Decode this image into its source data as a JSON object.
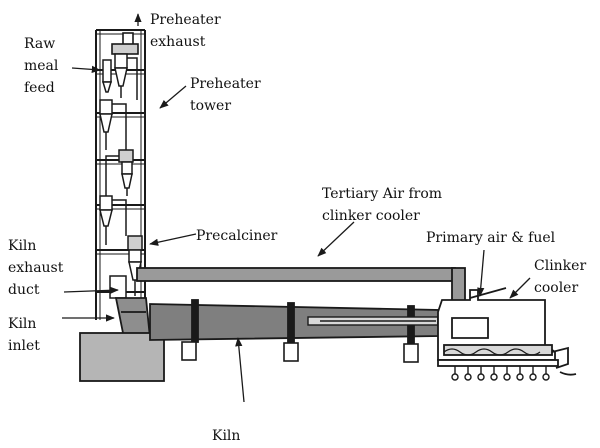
{
  "labels": {
    "preheater_exhaust": [
      "Preheater",
      "exhaust"
    ],
    "raw_meal_feed": [
      "Raw",
      "meal",
      "feed"
    ],
    "preheater_tower": [
      "Preheater",
      "tower"
    ],
    "tertiary_air": [
      "Tertiary Air from",
      "clinker cooler"
    ],
    "precalciner": [
      "Precalciner"
    ],
    "primary_air_fuel": [
      "Primary air & fuel"
    ],
    "kiln_exhaust_duct": [
      "Kiln",
      "exhaust",
      "duct"
    ],
    "clinker_cooler": [
      "Clinker",
      "cooler"
    ],
    "kiln_inlet": [
      "Kiln",
      "inlet"
    ],
    "kiln": [
      "Kiln"
    ]
  },
  "colors": {
    "structure": "#1a1a1a",
    "kiln_fill": "#7f7f7f",
    "tertiary_fill": "#9a9a9a",
    "base_fill": "#b5b5b5",
    "inner_fill": "#d8d8d8"
  }
}
